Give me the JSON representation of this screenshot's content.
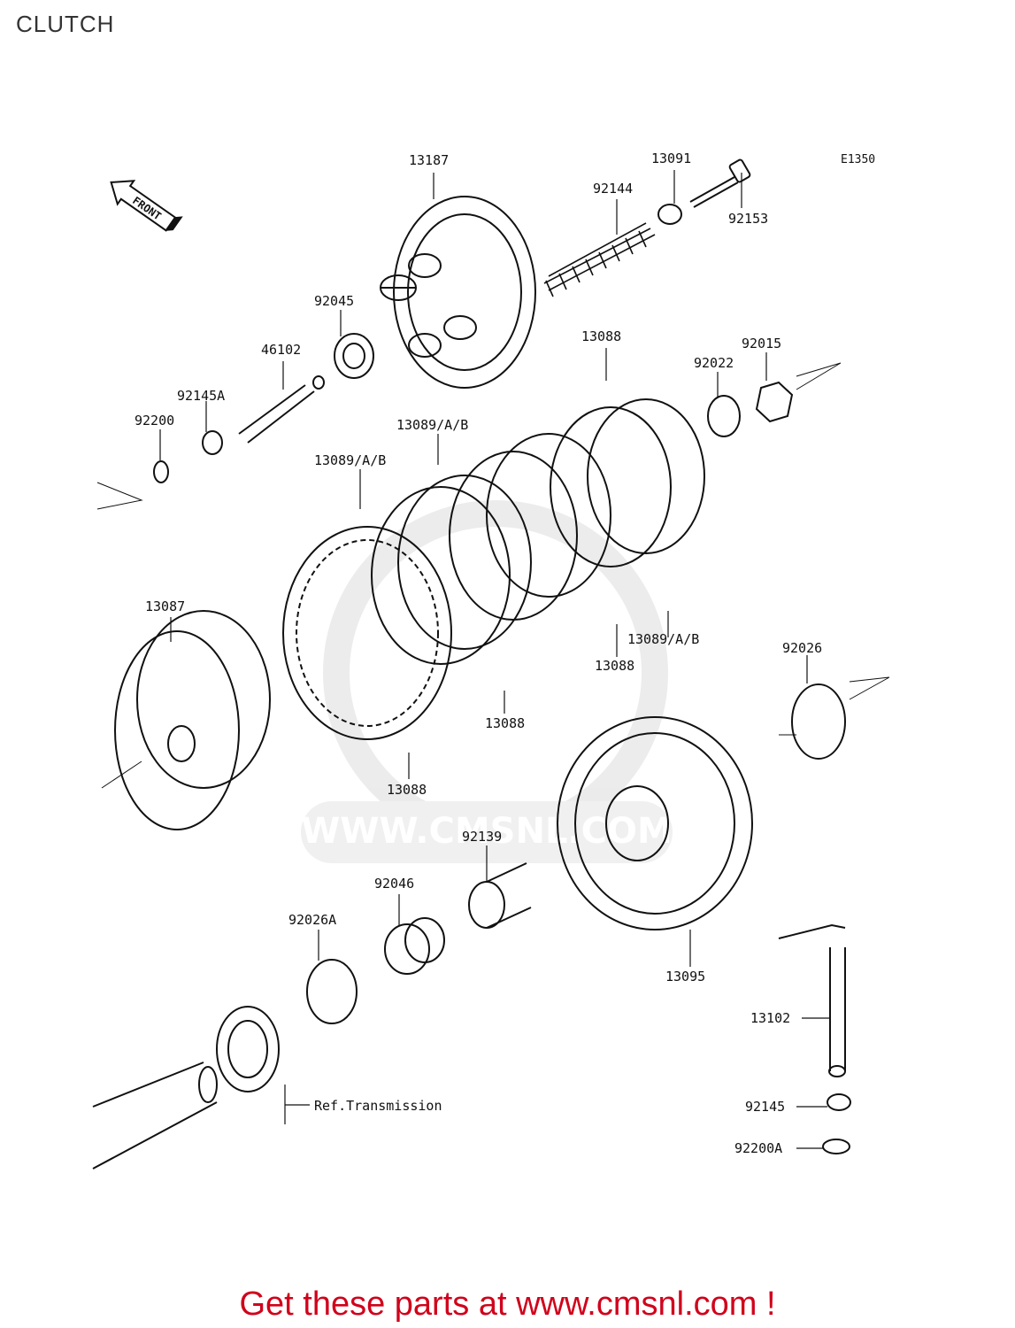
{
  "page": {
    "title": "CLUTCH"
  },
  "diagram": {
    "code": "E1350",
    "front_marker": "FRONT",
    "watermark_text": "WWW.CMSNL.COM",
    "ref_note": "Ref.Transmission",
    "callouts": [
      "13187",
      "13091",
      "92144",
      "92153",
      "92045",
      "46102",
      "92145A",
      "92200",
      "13088",
      "92015",
      "92022",
      "13089/A/B",
      "13089/A/B",
      "13087",
      "13089/A/B",
      "13088",
      "92026",
      "13088",
      "13088",
      "92139",
      "92046",
      "92026A",
      "13095",
      "13102",
      "92145",
      "92200A"
    ]
  },
  "footer": {
    "text": "Get these parts at www.cmsnl.com !",
    "color": "#d0021b"
  }
}
